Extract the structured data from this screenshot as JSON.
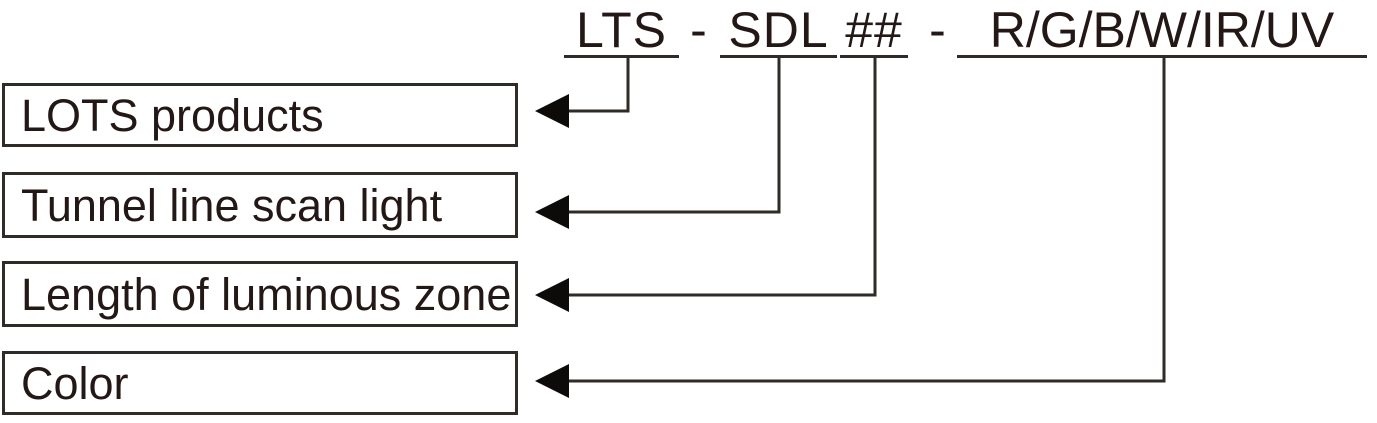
{
  "code_line": {
    "segments": [
      {
        "text": "LTS",
        "underlined": true
      },
      {
        "text": "-",
        "underlined": false
      },
      {
        "text": "SDL",
        "underlined": true
      },
      {
        "text": "##",
        "underlined": true
      },
      {
        "text": "-",
        "underlined": false
      },
      {
        "text": "R/G/B/W/IR/UV",
        "underlined": true
      }
    ]
  },
  "legend_rows": [
    {
      "label": "LOTS products",
      "code_part": "LTS"
    },
    {
      "label": "Tunnel line scan light",
      "code_part": "SDL"
    },
    {
      "label": "Length of luminous zone",
      "code_part": "##"
    },
    {
      "label": "Color",
      "code_part": "R/G/B/W/IR/UV"
    }
  ],
  "colors": {
    "text": "#231815",
    "line": "#2e2b29",
    "arrow": "#0d0b0a",
    "background": "#ffffff"
  }
}
